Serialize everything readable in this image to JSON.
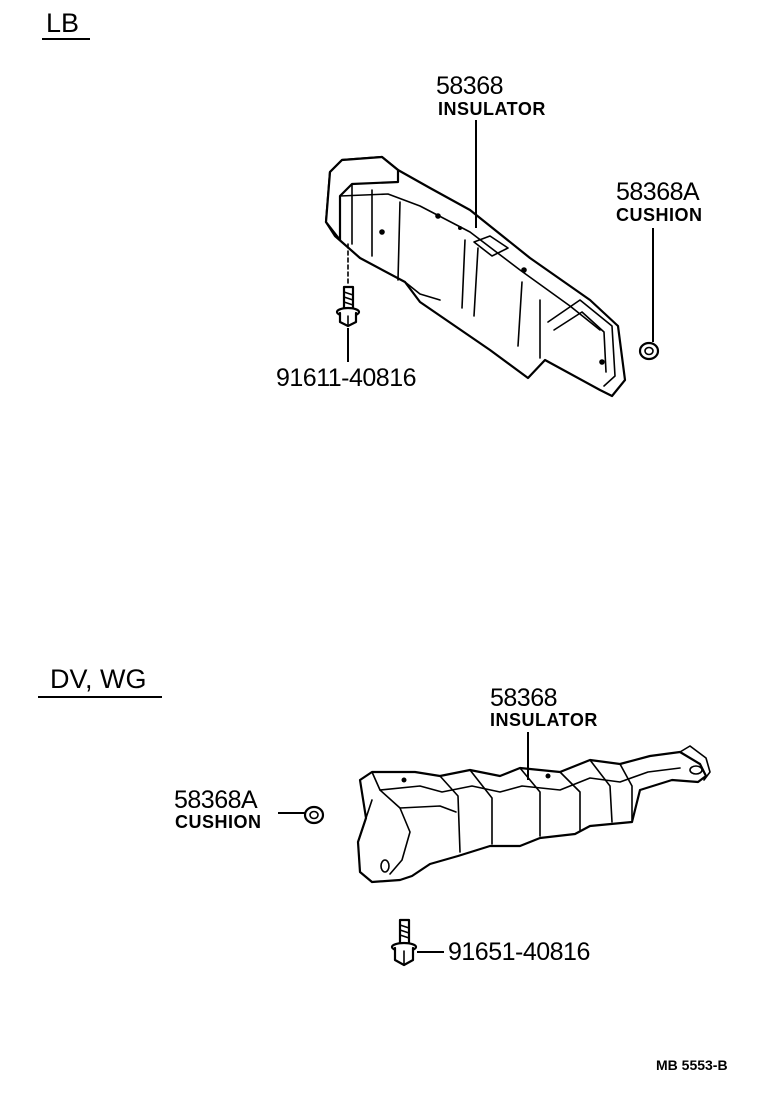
{
  "sections": {
    "lb": {
      "title": "LB",
      "insulator": {
        "number": "58368",
        "name": "INSULATOR"
      },
      "cushion": {
        "number": "58368A",
        "name": "CUSHION"
      },
      "bolt": {
        "number": "91611-40816"
      }
    },
    "dv_wg": {
      "title": "DV, WG",
      "insulator": {
        "number": "58368",
        "name": "INSULATOR"
      },
      "cushion": {
        "number": "58368A",
        "name": "CUSHION"
      },
      "bolt": {
        "number": "91651-40816"
      }
    }
  },
  "diagram_code": "MB 5553-B"
}
